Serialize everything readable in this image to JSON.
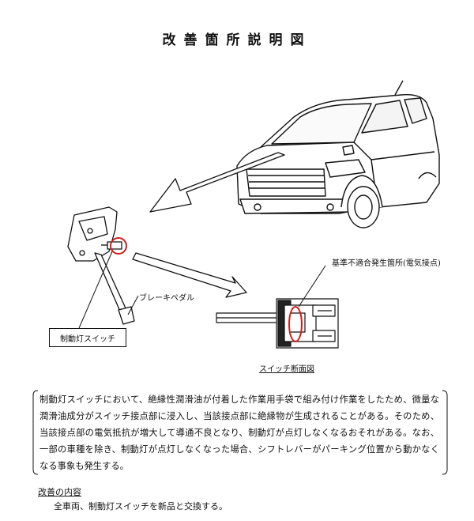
{
  "title": "改善箇所説明図",
  "labels": {
    "brake_switch": "制動灯スイッチ",
    "brake_pedal": "ブレーキペダル",
    "defect_location": "基準不適合発生箇所(電気接点)",
    "switch_section": "スイッチ断面図"
  },
  "description": "制動灯スイッチにおいて、絶縁性潤滑油が付着した作業用手袋で組み付け作業をしたため、微量な潤滑油成分がスイッチ接点部に浸入し、当該接点部に絶縁物が生成されることがある。そのため、当該接点部の電気抵抗が増大して導通不良となり、制動灯が点灯しなくなるおそれがある。なお、一部の車種を除き、制動灯が点灯しなくなった場合、シフトレバーがパーキング位置から動かなくなる事象も発生する。",
  "remedy": {
    "heading": "改善の内容",
    "body": "全車両、制動灯スイッチを新品と交換する。"
  },
  "colors": {
    "highlight": "#d41c1c",
    "line": "#111111"
  }
}
